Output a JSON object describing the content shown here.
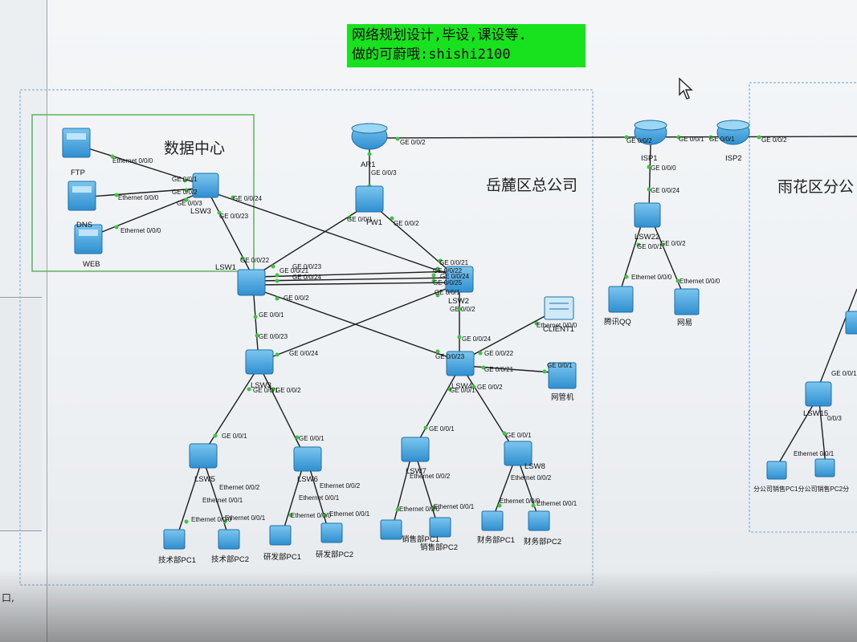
{
  "banner": {
    "line1": "网络规划设计,毕设,课设等.",
    "line2": "做的可蔚哦:shishi2100"
  },
  "regions": {
    "datacenter": "数据中心",
    "hq": "岳麓区总公司",
    "branch": "雨花区分公"
  },
  "devices": {
    "ftp": "FTP",
    "dns": "DNS",
    "web": "WEB",
    "lsw3": "LSW3",
    "ar1": "AR1",
    "fw1": "FW1",
    "lsw1": "LSW1",
    "lsw2": "LSW2",
    "lsw3b": "LSW3",
    "lsw4": "LSW4",
    "lsw5": "LSW5",
    "lsw6": "LSW6",
    "lsw7": "LSW7",
    "lsw8": "LSW8",
    "client": "CLIENT1",
    "netadmin": "网管机",
    "isp1": "ISP1",
    "isp2": "ISP2",
    "lsw22": "LSW22",
    "qq": "腾讯QQ",
    "wangyi": "网易",
    "pc_tech1": "技术部PC1",
    "pc_tech2": "技术部PC2",
    "pc_rd1": "研发部PC1",
    "pc_rd2": "研发部PC2",
    "pc_sales1": "销售部PC1",
    "pc_sales2": "销售部PC2",
    "pc_fin1": "财务部PC1",
    "pc_fin2": "财务部PC2",
    "lsw15": "LSW15",
    "branch_pc": "分公司销售PC1分公司销售PC2分"
  },
  "ports": {
    "e000": "Ethernet 0/0/0",
    "e001": "Ethernet 0/0/1",
    "e002": "Ethernet 0/0/2",
    "ge001": "GE 0/0/1",
    "ge002": "GE 0/0/2",
    "ge003": "GE 0/0/3",
    "ge000": "GE 0/0/0",
    "ge0021": "GE 0/0/21",
    "ge0022": "GE 0/0/22",
    "ge0023": "GE 0/0/23",
    "ge0024": "GE 0/0/24",
    "ge0025": "GE 0/0/25",
    "ge001short": "GE 0/0/1",
    "e003": "0/0/3"
  },
  "colors": {
    "banner": "#18e21e",
    "region_border": "#8fb7d8",
    "datacenter_border": "#5fb35f",
    "device": "#4aa8e0",
    "link": "#1d1d1d",
    "port_dot": "#3fc43f"
  }
}
